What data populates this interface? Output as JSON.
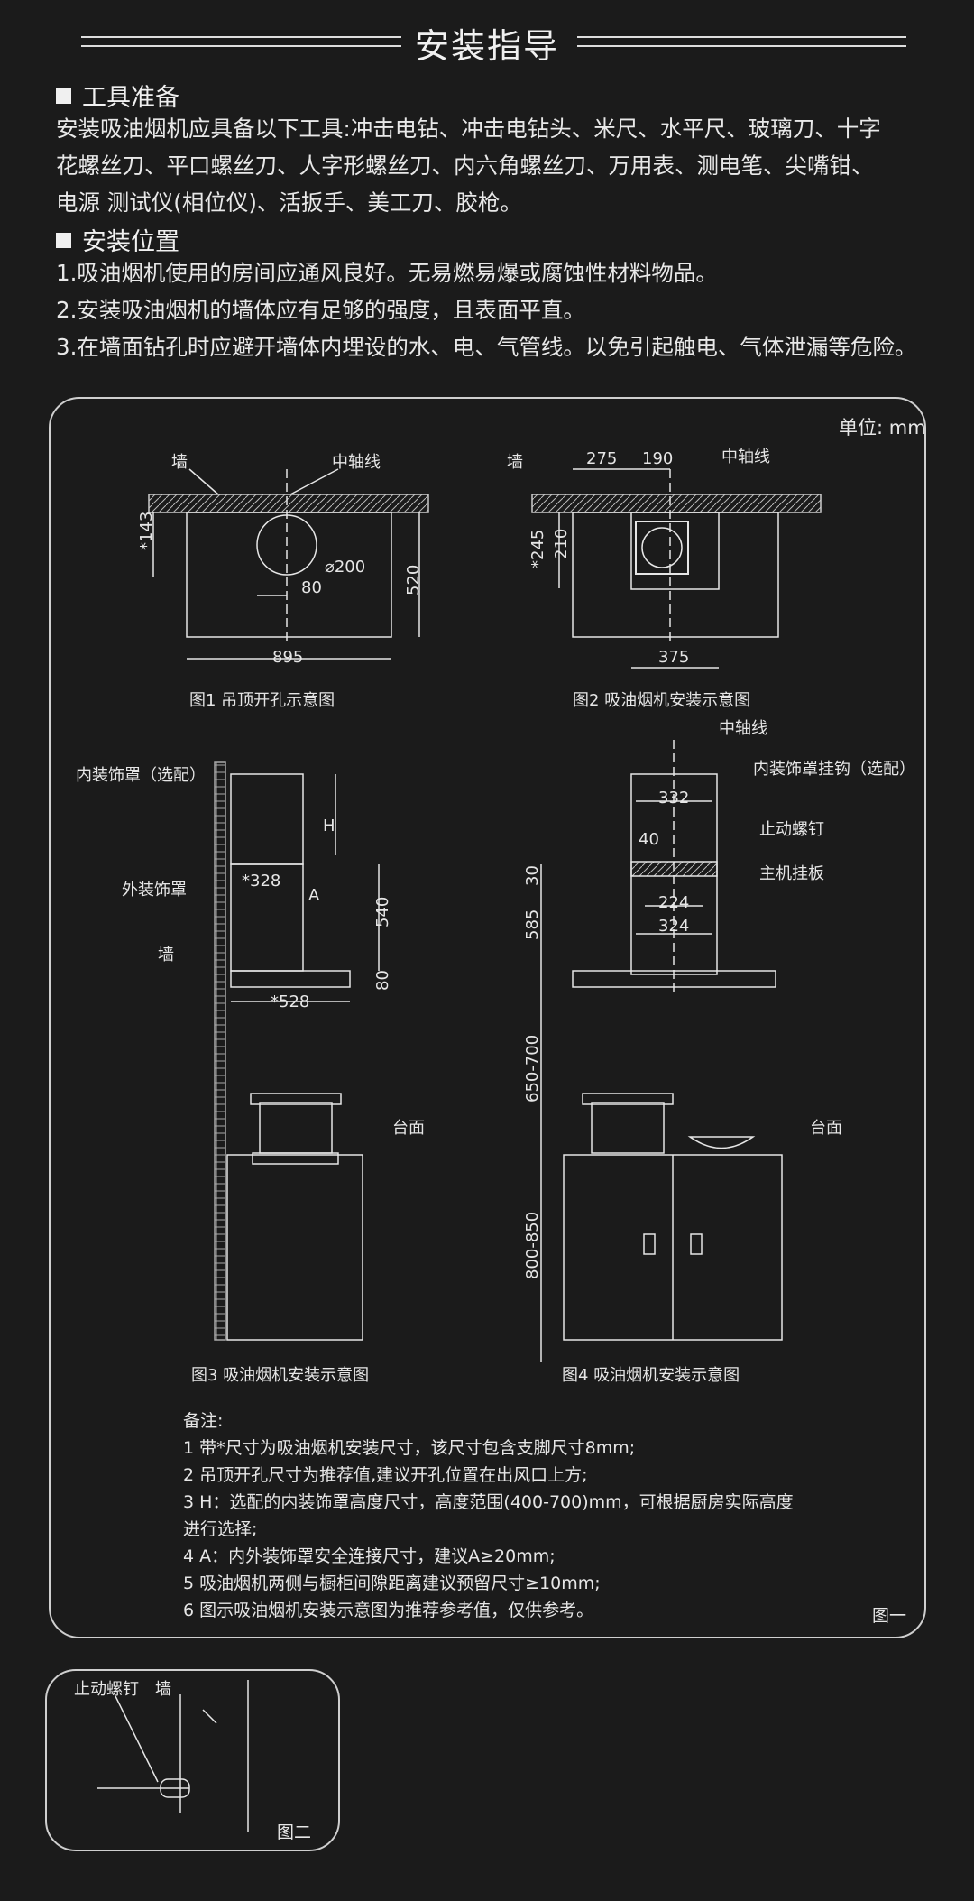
{
  "header": {
    "title": "安装指导"
  },
  "tools": {
    "heading": "工具准备",
    "lines": [
      "安装吸油烟机应具备以下工具:冲击电钻、冲击电钻头、米尺、水平尺、玻璃刀、十字",
      "花螺丝刀、平口螺丝刀、人字形螺丝刀、内六角螺丝刀、万用表、测电笔、尖嘴钳、",
      "电源 测试仪(相位仪)、活扳手、美工刀、胶枪。"
    ]
  },
  "position": {
    "heading": "安装位置",
    "items": [
      "1.吸油烟机使用的房间应通风良好。无易燃易爆或腐蚀性材料物品。",
      "2.安装吸油烟机的墙体应有足够的强度，且表面平直。",
      "3.在墙面钻孔时应避开墙体内埋设的水、电、气管线。以免引起触电、气体泄漏等危险。"
    ]
  },
  "diagram": {
    "unit": "单位: mm",
    "fig1": {
      "caption": "图1 吊顶开孔示意图",
      "wall": "墙",
      "axis": "中轴线",
      "d143": "*143",
      "d200": "⌀200",
      "d80": "80",
      "d520": "520",
      "d895": "895"
    },
    "fig2": {
      "caption": "图2 吸油烟机安装示意图",
      "wall": "墙",
      "axis": "中轴线",
      "d275": "275",
      "d190": "190",
      "d245": "*245",
      "d210": "210",
      "d375": "375"
    },
    "fig3": {
      "caption": "图3 吸油烟机安装示意图",
      "inner": "内装饰罩（选配）",
      "outer": "外装饰罩",
      "wall": "墙",
      "counter": "台面",
      "h": "H",
      "a": "A",
      "d328": "*328",
      "d540": "540",
      "d80": "80",
      "d528": "*528"
    },
    "fig4": {
      "caption": "图4 吸油烟机安装示意图",
      "axis": "中轴线",
      "hook": "内装饰罩挂钩（选配）",
      "screw": "止动螺钉",
      "plate": "主机挂板",
      "counter": "台面",
      "d332": "332",
      "d40": "40",
      "d30": "30",
      "d224": "224",
      "d324": "324",
      "d585": "585",
      "d650": "650-700",
      "d800": "800-850"
    },
    "notes": [
      "备注:",
      "1 带*尺寸为吸油烟机安装尺寸，该尺寸包含支脚尺寸8mm;",
      "2 吊顶开孔尺寸为推荐值,建议开孔位置在出风口上方;",
      "3 H：选配的内装饰罩高度尺寸，高度范围(400-700)mm，可根据厨房实际高度",
      "进行选择;",
      "4 A：内外装饰罩安全连接尺寸，建议A≥20mm;",
      "5 吸油烟机两侧与橱柜间隙距离建议预留尺寸≥10mm;",
      "6 图示吸油烟机安装示意图为推荐参考值，仅供参考。"
    ],
    "figure_label": "图一"
  },
  "detail": {
    "screw": "止动螺钉",
    "wall": "墙",
    "label": "图二"
  }
}
